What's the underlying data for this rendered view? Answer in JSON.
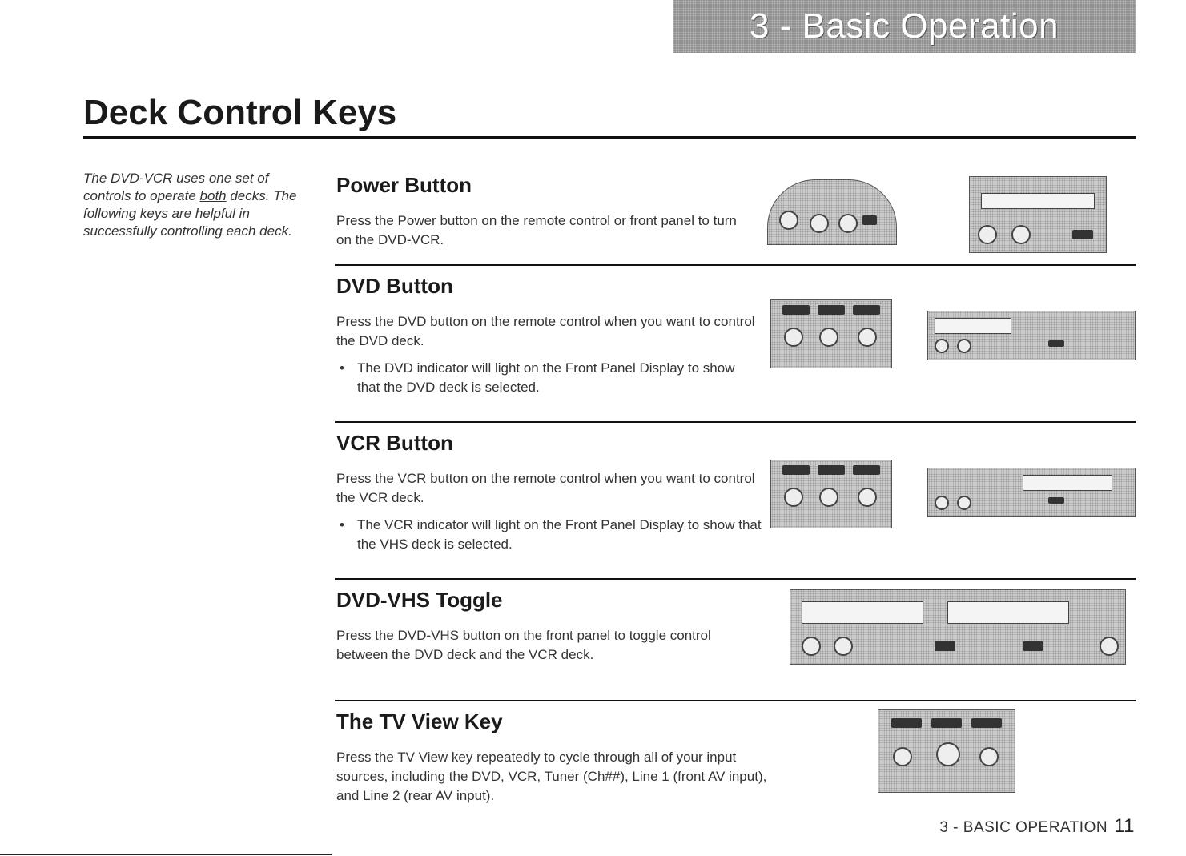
{
  "chapter_banner": "3 - Basic Operation",
  "page_title": "Deck Control Keys",
  "intro": {
    "before": "The DVD-VCR uses one set of controls to operate ",
    "emphasis": "both",
    "after": " decks. The following keys are helpful in successfully controlling each deck."
  },
  "sections": {
    "power": {
      "heading": "Power Button",
      "body": "Press the Power button on the remote control or front panel to turn on the DVD-VCR."
    },
    "dvd": {
      "heading": "DVD Button",
      "body": "Press the DVD button on the remote control when you want to control the DVD deck.",
      "bullet": "The DVD indicator will light on the Front Panel Display to show that the DVD deck is selected."
    },
    "vcr": {
      "heading": "VCR Button",
      "body": "Press the VCR button on the remote control when you want to control the VCR deck.",
      "bullet": "The VCR indicator will light on the Front Panel Display to show that the VHS deck is selected."
    },
    "toggle": {
      "heading": "DVD-VHS Toggle",
      "body": "Press the DVD-VHS button on the front panel to toggle control between the DVD deck and the VCR deck."
    },
    "tvview": {
      "heading": "The TV View Key",
      "body": "Press the TV View key repeatedly to cycle through all of your input sources, including the DVD, VCR, Tuner (Ch##), Line 1 (front AV input), and Line 2 (rear AV input)."
    }
  },
  "bullet_symbol": "•",
  "footer": {
    "label": "3 - BASIC OPERATION",
    "page_number": "11"
  },
  "illustration_icons": {
    "remote_control": "remote-control-icon",
    "front_panel": "front-panel-icon"
  }
}
